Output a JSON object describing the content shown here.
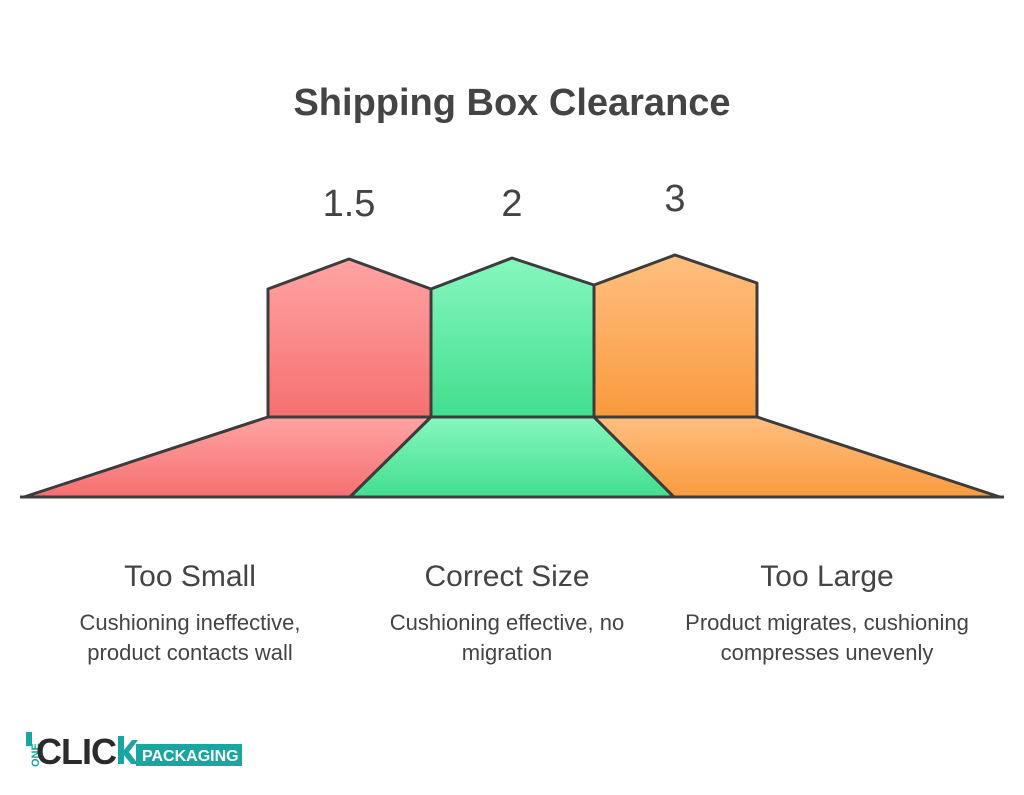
{
  "title": "Shipping Box Clearance",
  "values": [
    "1.5",
    "2",
    "3"
  ],
  "sections": [
    {
      "heading": "Too Small",
      "description": "Cushioning ineffective, product contacts wall",
      "color_top": "#ff9b9b",
      "color_bottom": "#f86b6b"
    },
    {
      "heading": "Correct Size",
      "description": "Cushioning effective, no migration",
      "color_top": "#7ef5b8",
      "color_bottom": "#3fdc8c"
    },
    {
      "heading": "Too Large",
      "description": "Product migrates, cushioning compresses unevenly",
      "color_top": "#ffb877",
      "color_bottom": "#f99a3c"
    }
  ],
  "logo": {
    "wordmark": "CLICK",
    "tagline": "PACKAGING",
    "prefix": "ONE",
    "teal": "#1aa6a0"
  }
}
